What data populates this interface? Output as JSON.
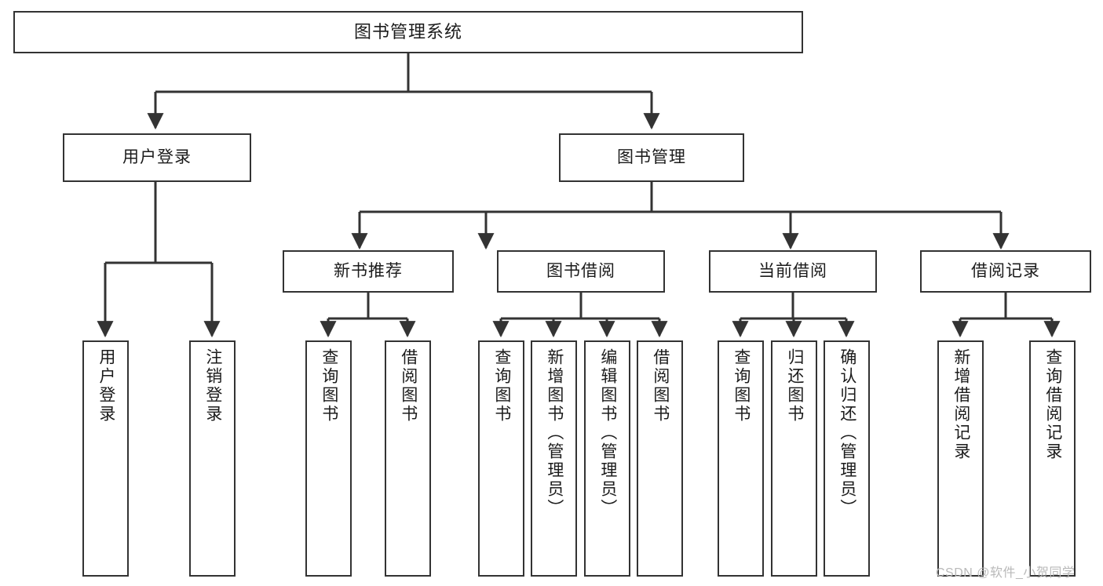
{
  "diagram": {
    "title": "图书管理系统",
    "type": "hierarchy-tree",
    "watermark": "CSDN @软件_小贺同学",
    "colors": {
      "box_border": "#333333",
      "box_fill": "#ffffff",
      "edge": "#333333",
      "text": "#1b1b1b",
      "watermark": "#b9b9b9"
    },
    "nodes": {
      "root": {
        "label": "图书管理系统"
      },
      "level2": [
        {
          "id": "user-login",
          "label": "用户登录"
        },
        {
          "id": "book-management",
          "label": "图书管理"
        }
      ],
      "level3": [
        {
          "id": "new-book-recommend",
          "label": "新书推荐"
        },
        {
          "id": "book-borrow",
          "label": "图书借阅"
        },
        {
          "id": "current-borrow",
          "label": "当前借阅"
        },
        {
          "id": "borrow-record",
          "label": "借阅记录"
        }
      ],
      "level4": {
        "user_login": [
          {
            "id": "leaf-user-login",
            "label": "用户登录"
          },
          {
            "id": "leaf-logout-login",
            "label": "注销登录"
          }
        ],
        "new_book_recommend": [
          {
            "id": "leaf-query-book-1",
            "label": "查询图书"
          },
          {
            "id": "leaf-borrow-book-1",
            "label": "借阅图书"
          }
        ],
        "book_borrow": [
          {
            "id": "leaf-query-book-2",
            "label": "查询图书"
          },
          {
            "id": "leaf-add-book",
            "label": "新增图书（管理员）"
          },
          {
            "id": "leaf-edit-book",
            "label": "编辑图书（管理员）"
          },
          {
            "id": "leaf-borrow-book-2",
            "label": "借阅图书"
          }
        ],
        "current_borrow": [
          {
            "id": "leaf-query-book-3",
            "label": "查询图书"
          },
          {
            "id": "leaf-return-book",
            "label": "归还图书"
          },
          {
            "id": "leaf-confirm-return",
            "label": "确认归还（管理员）"
          }
        ],
        "borrow_record": [
          {
            "id": "leaf-add-record",
            "label": "新增借阅记录"
          },
          {
            "id": "leaf-query-record",
            "label": "查询借阅记录"
          }
        ]
      }
    }
  }
}
